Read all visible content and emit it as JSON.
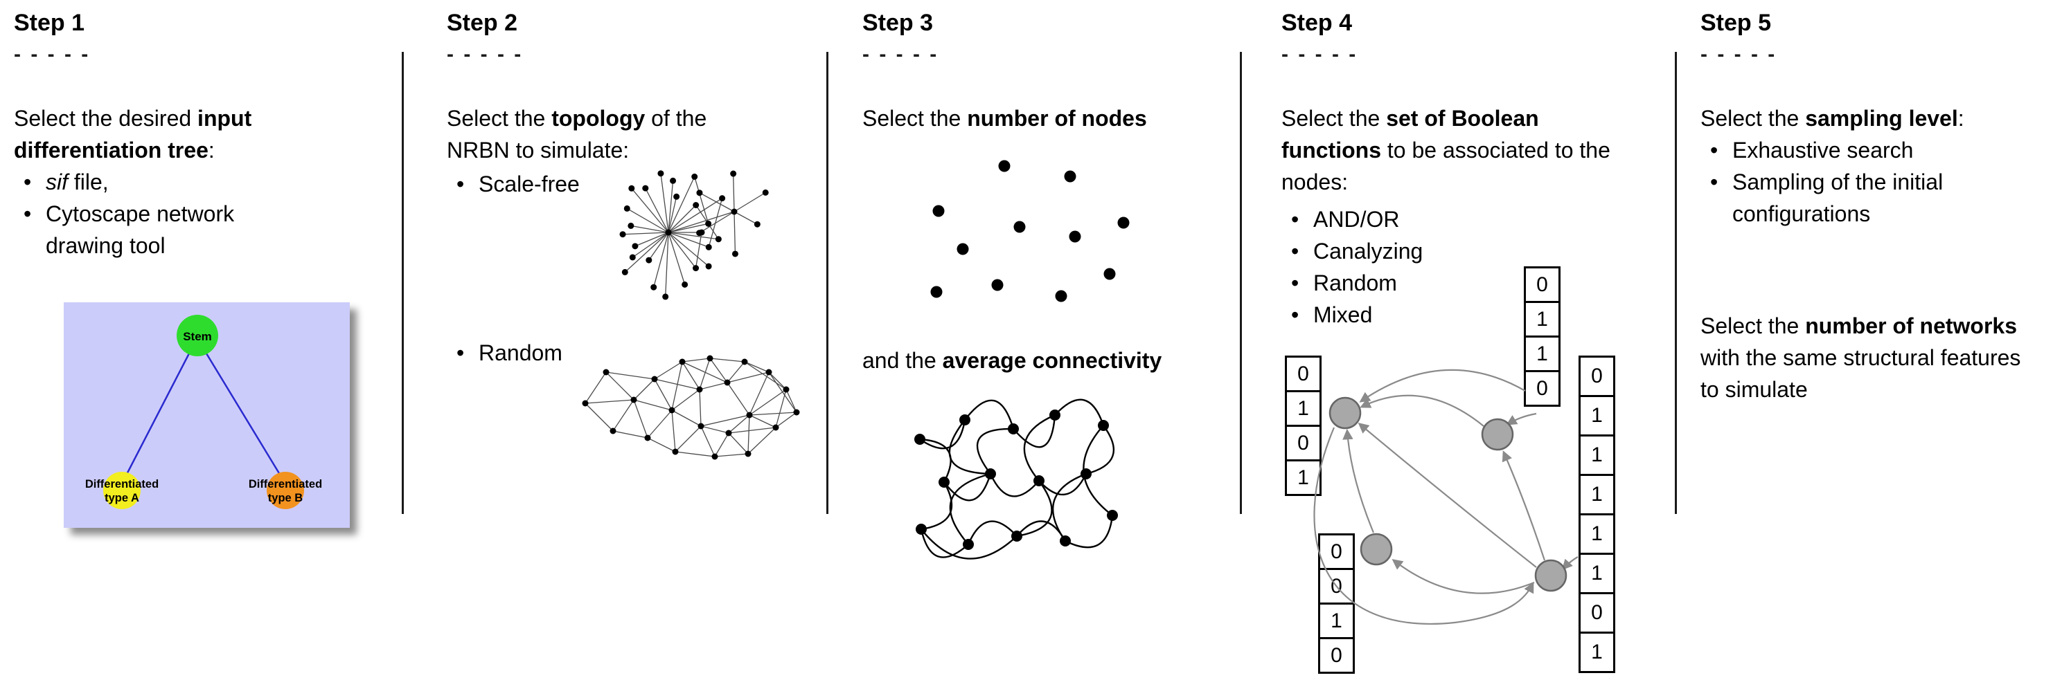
{
  "figure": {
    "dashes": "- - - - -",
    "bullet_glyph": "•"
  },
  "step1": {
    "title": "Step 1",
    "intro_pre": "Select the desired ",
    "intro_bold": "input differentiation tree",
    "intro_post": ":",
    "bullet1_italic": "sif",
    "bullet1_rest": " file,",
    "bullet2": "Cytoscape network drawing tool",
    "tree": {
      "stem": "Stem",
      "typeA_line1": "Differentiated",
      "typeA_line2": "type A",
      "typeB_line1": "Differentiated",
      "typeB_line2": "type B"
    }
  },
  "step2": {
    "title": "Step 2",
    "intro_pre": "Select the ",
    "intro_bold": "topology",
    "intro_post": " of the NRBN to simulate:",
    "bullet1": "Scale-free",
    "bullet2": "Random"
  },
  "step3": {
    "title": "Step 3",
    "line1_pre": "Select the ",
    "line1_bold": "number of nodes",
    "line2_pre": "and the ",
    "line2_bold": "average connectivity"
  },
  "step4": {
    "title": "Step 4",
    "intro_pre": "Select the ",
    "intro_bold": "set of Boolean functions",
    "intro_post": " to be associated to the nodes:",
    "bullets": [
      "AND/OR",
      "Canalyzing",
      "Random",
      "Mixed"
    ],
    "tables": {
      "left": [
        "0",
        "1",
        "0",
        "1"
      ],
      "top": [
        "0",
        "1",
        "1",
        "0"
      ],
      "bottom": [
        "0",
        "0",
        "1",
        "0"
      ],
      "right": [
        "0",
        "1",
        "1",
        "1",
        "1",
        "1",
        "0",
        "1"
      ]
    }
  },
  "step5": {
    "title": "Step 5",
    "intro_pre": "Select the ",
    "intro_bold": "sampling level",
    "intro_post": ":",
    "bullets": [
      "Exhaustive search",
      "Sampling of the initial configurations"
    ],
    "second_pre": "Select the ",
    "second_bold": "number of networks",
    "second_post": " with the same structural features to simulate"
  },
  "colors": {
    "stem_green": "#2edc2e",
    "stem_stroke": "#17a017",
    "typeA_yellow": "#f2ee1f",
    "typeA_stroke": "#b8b400",
    "typeB_orange": "#f2921f",
    "typeB_stroke": "#b56a10",
    "tree_bg": "#ccccfa",
    "tree_edge": "#2a2ad0",
    "node_gray": "#a8a8a8",
    "node_stroke": "#666666",
    "edge_gray": "#8a8a8a"
  }
}
